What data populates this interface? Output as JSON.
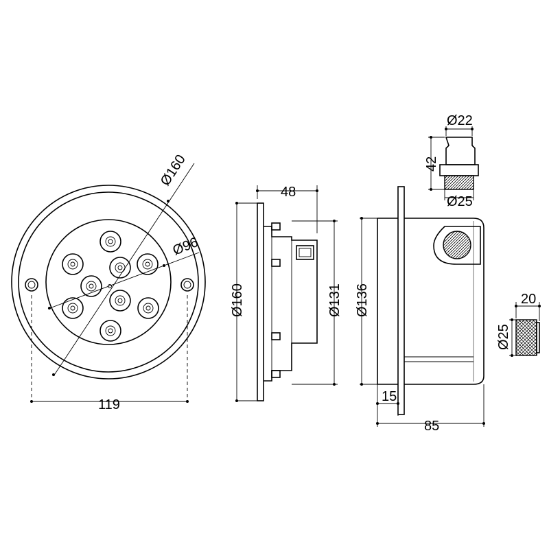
{
  "drawing": {
    "front_view": {
      "dim_outer_diameter": "Ø160",
      "dim_inner_diameter": "Ø96",
      "dim_hole_spacing": "119"
    },
    "side_view": {
      "dim_depth": "48",
      "dim_flange_diameter": "Ø160",
      "dim_body_diameter": "Ø131"
    },
    "niche_view": {
      "dim_niche_diameter": "Ø136",
      "dim_flange_thickness": "15",
      "dim_total_depth": "85"
    },
    "connector_detail": {
      "dim_hose_diameter": "Ø22",
      "dim_height": "42",
      "dim_thread_diameter": "Ø25"
    },
    "plug_detail": {
      "dim_length": "20",
      "dim_thread_diameter": "Ø25"
    }
  }
}
